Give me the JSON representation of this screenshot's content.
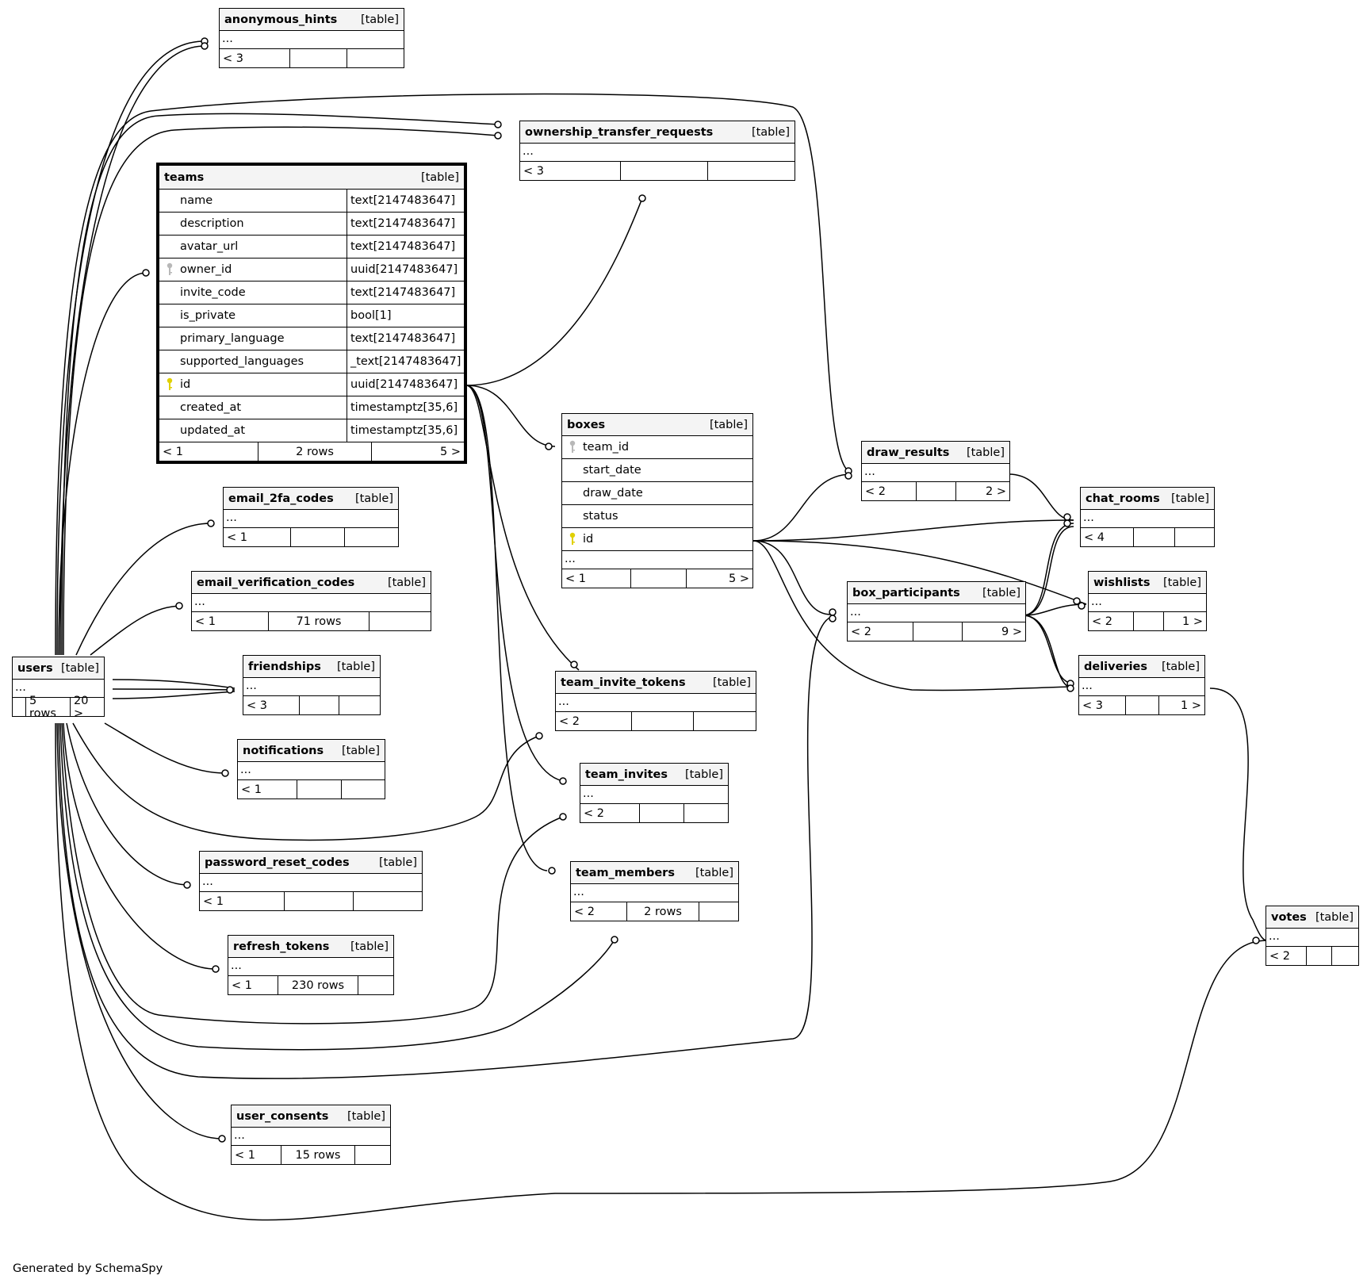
{
  "footer": "Generated by SchemaSpy",
  "table_tag": "[table]",
  "ellipsis": "...",
  "tables": {
    "anonymous_hints": {
      "name": "anonymous_hints",
      "foot": [
        "< 3",
        "",
        ""
      ]
    },
    "ownership_transfer_requests": {
      "name": "ownership_transfer_requests",
      "foot": [
        "< 3",
        "",
        ""
      ]
    },
    "teams": {
      "name": "teams",
      "columns": [
        {
          "name": "name",
          "type": "text[2147483647]",
          "key": ""
        },
        {
          "name": "description",
          "type": "text[2147483647]",
          "key": ""
        },
        {
          "name": "avatar_url",
          "type": "text[2147483647]",
          "key": ""
        },
        {
          "name": "owner_id",
          "type": "uuid[2147483647]",
          "key": "foreign"
        },
        {
          "name": "invite_code",
          "type": "text[2147483647]",
          "key": ""
        },
        {
          "name": "is_private",
          "type": "bool[1]",
          "key": ""
        },
        {
          "name": "primary_language",
          "type": "text[2147483647]",
          "key": ""
        },
        {
          "name": "supported_languages",
          "type": "_text[2147483647]",
          "key": ""
        },
        {
          "name": "id",
          "type": "uuid[2147483647]",
          "key": "primary"
        },
        {
          "name": "created_at",
          "type": "timestamptz[35,6]",
          "key": ""
        },
        {
          "name": "updated_at",
          "type": "timestamptz[35,6]",
          "key": ""
        }
      ],
      "foot": [
        "< 1",
        "2 rows",
        "5 >"
      ]
    },
    "boxes": {
      "name": "boxes",
      "columns": [
        {
          "name": "team_id",
          "key": "foreign"
        },
        {
          "name": "start_date",
          "key": ""
        },
        {
          "name": "draw_date",
          "key": ""
        },
        {
          "name": "status",
          "key": ""
        },
        {
          "name": "id",
          "key": "primary"
        }
      ],
      "foot": [
        "< 1",
        "",
        "5 >"
      ]
    },
    "draw_results": {
      "name": "draw_results",
      "foot": [
        "< 2",
        "",
        "2 >"
      ]
    },
    "chat_rooms": {
      "name": "chat_rooms",
      "foot": [
        "< 4",
        "",
        ""
      ]
    },
    "wishlists": {
      "name": "wishlists",
      "foot": [
        "< 2",
        "",
        "1 >"
      ]
    },
    "box_participants": {
      "name": "box_participants",
      "foot": [
        "< 2",
        "",
        "9 >"
      ]
    },
    "deliveries": {
      "name": "deliveries",
      "foot": [
        "< 3",
        "",
        "1 >"
      ]
    },
    "votes": {
      "name": "votes",
      "foot": [
        "< 2",
        "",
        ""
      ]
    },
    "users": {
      "name": "users",
      "foot": [
        "",
        "5 rows",
        "20 >"
      ]
    },
    "email_2fa_codes": {
      "name": "email_2fa_codes",
      "foot": [
        "< 1",
        "",
        ""
      ]
    },
    "email_verification_codes": {
      "name": "email_verification_codes",
      "foot": [
        "< 1",
        "71 rows",
        ""
      ]
    },
    "friendships": {
      "name": "friendships",
      "foot": [
        "< 3",
        "",
        ""
      ]
    },
    "notifications": {
      "name": "notifications",
      "foot": [
        "< 1",
        "",
        ""
      ]
    },
    "password_reset_codes": {
      "name": "password_reset_codes",
      "foot": [
        "< 1",
        "",
        ""
      ]
    },
    "refresh_tokens": {
      "name": "refresh_tokens",
      "foot": [
        "< 1",
        "230 rows",
        ""
      ]
    },
    "team_invite_tokens": {
      "name": "team_invite_tokens",
      "foot": [
        "< 2",
        "",
        ""
      ]
    },
    "team_invites": {
      "name": "team_invites",
      "foot": [
        "< 2",
        "",
        ""
      ]
    },
    "team_members": {
      "name": "team_members",
      "foot": [
        "< 2",
        "2 rows",
        ""
      ]
    },
    "user_consents": {
      "name": "user_consents",
      "foot": [
        "< 1",
        "15 rows",
        ""
      ]
    }
  },
  "colors": {
    "primary_key": "#e0d000",
    "foreign_key": "#b8b8b8",
    "header_bg": "#f4f4f4"
  }
}
